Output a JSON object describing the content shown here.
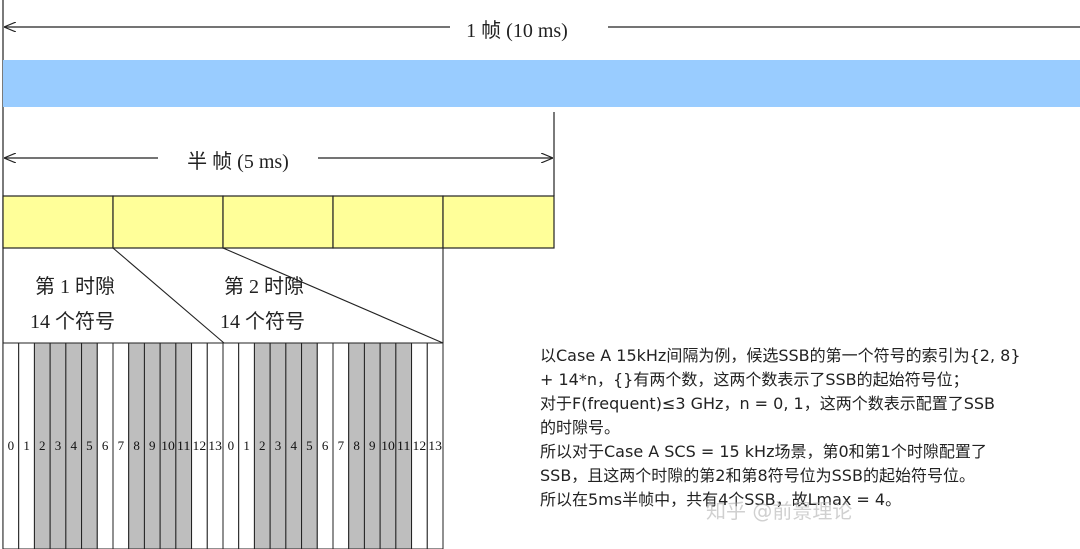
{
  "frame": {
    "label": "1 帧 (10 ms)",
    "color": "#99CCFF"
  },
  "half_frame": {
    "label": "半 帧 (5 ms)",
    "slot_color": "#FFFF99",
    "slot_count": 5
  },
  "slots": [
    {
      "name": "第 1 时隙",
      "symbols": "14 个符号"
    },
    {
      "name": "第 2 时隙",
      "symbols": "14 个符号"
    }
  ],
  "symbols": {
    "labels": [
      "0",
      "1",
      "2",
      "3",
      "4",
      "5",
      "6",
      "7",
      "8",
      "9",
      "10",
      "11",
      "12",
      "13",
      "0",
      "1",
      "2",
      "3",
      "4",
      "5",
      "6",
      "7",
      "8",
      "9",
      "10",
      "11",
      "12",
      "13"
    ],
    "shaded": [
      false,
      false,
      true,
      true,
      true,
      true,
      false,
      false,
      true,
      true,
      true,
      true,
      false,
      false,
      false,
      false,
      true,
      true,
      true,
      true,
      false,
      false,
      true,
      true,
      true,
      true,
      false,
      false
    ],
    "shade_color": "#BEBEBE"
  },
  "notes": [
    "以Case A 15kHz间隔为例，候选SSB的第一个符号的索引为{2, 8}",
    "+ 14*n，{}有两个数，这两个数表示了SSB的起始符号位；",
    "对于F(frequent)≤3 GHz，n = 0, 1，这两个数表示配置了SSB",
    "的时隙号。",
    "所以对于Case A SCS = 15 kHz场景，第0和第1个时隙配置了",
    "SSB，且这两个时隙的第2和第8符号位为SSB的起始符号位。",
    "所以在5ms半帧中，共有4个SSB，故Lmax = 4。"
  ],
  "watermark": "知乎 @前景理论"
}
